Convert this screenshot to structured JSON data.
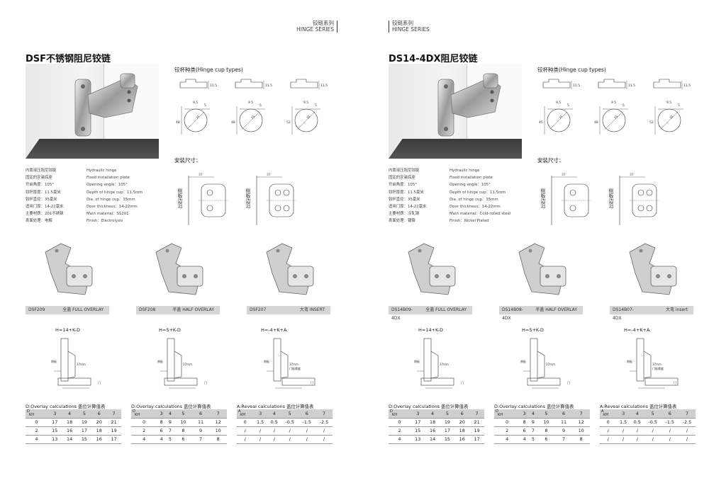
{
  "pages": [
    {
      "series_cn": "铰链系列",
      "series_en": "HINGE SERIES",
      "title": "DSF不锈钢阻尼铰链",
      "cup_title": "铰杯种类(Hinge cup types)",
      "install_title": "安装尺寸：",
      "install_side_label": "侧板边沿",
      "cup_dims": [
        {
          "h": "11.5",
          "d": "48",
          "a": "5",
          "b": "9.5",
          "e": "35"
        },
        {
          "h": "11.5",
          "d": "48",
          "a": "5",
          "b": "9.5",
          "e": "35"
        },
        {
          "h": "11.5",
          "d": "52",
          "a": "5",
          "b": "9.5",
          "e": "35"
        }
      ],
      "install_dims": [
        "37",
        "37"
      ],
      "specs": [
        {
          "cn": "内置液压阻尼铰链",
          "en": "Hydraulic hinge"
        },
        {
          "cn": "固定的安装底座",
          "en": "Fixed installation plate"
        },
        {
          "cn": "开启角度：105°",
          "en": "Opening angle：105°"
        },
        {
          "cn": "铰杯厚度：11.5毫米",
          "en": "Depth of hinge cup：11.5mm"
        },
        {
          "cn": "铰杯直径：35毫米",
          "en": "Dia. of hinge cup：35mm"
        },
        {
          "cn": "适用门厚：14-22毫米",
          "en": "Door thickness：14-22mm"
        },
        {
          "cn": "主要材质：201不锈钢",
          "en": "Main material：SS201"
        },
        {
          "cn": "表面处理：电解",
          "en": "Finish：Electrolysis"
        }
      ],
      "models": [
        {
          "code": "DSF209",
          "label": "全盖 FULL OVERLAY"
        },
        {
          "code": "DSF208",
          "label": "半盖 HALF OVERLAY"
        },
        {
          "code": "DSF207",
          "label": "大弯 INSERT"
        }
      ],
      "formulas": [
        "H=14+K-D",
        "H=5+K-D",
        "H=-4+K+A"
      ],
      "diagram_labels": {
        "plate": "侧板",
        "door": "门",
        "dim37": "37mm",
        "gap": "门板厚度"
      },
      "tables": [
        {
          "title": "D:Overlay calculations 盖位计算值表",
          "corner_top": "D",
          "corner_mid": "K",
          "corner_bottom": "H",
          "headers": [
            "3",
            "4",
            "5",
            "6",
            "7"
          ],
          "rows": [
            {
              "label": "0",
              "values": [
                "17",
                "18",
                "19",
                "20",
                "21"
              ]
            },
            {
              "label": "2",
              "values": [
                "15",
                "16",
                "17",
                "18",
                "19"
              ]
            },
            {
              "label": "4",
              "values": [
                "13",
                "14",
                "15",
                "16",
                "17"
              ]
            }
          ]
        },
        {
          "title": "D:Overlay calculations 盖位计算值表",
          "corner_top": "D",
          "corner_mid": "K",
          "corner_bottom": "H",
          "headers": [
            "3",
            "4",
            "5",
            "6",
            "7"
          ],
          "rows": [
            {
              "label": "0",
              "values": [
                "8",
                "9",
                "10",
                "11",
                "12"
              ]
            },
            {
              "label": "2",
              "values": [
                "6",
                "7",
                "8",
                "9",
                "10"
              ]
            },
            {
              "label": "4",
              "values": [
                "4",
                "5",
                "6",
                "7",
                "8"
              ]
            }
          ]
        },
        {
          "title": "A:Reveal calculations 盖位计算值表",
          "corner_top": "A",
          "corner_mid": "K",
          "corner_bottom": "H",
          "headers": [
            "3",
            "4",
            "5",
            "6",
            "7"
          ],
          "rows": [
            {
              "label": "0",
              "values": [
                "1.5",
                "0.5",
                "-0.5",
                "-1.5",
                "-2.5"
              ]
            },
            {
              "label": "/",
              "values": [
                "/",
                "/",
                "/",
                "/",
                "/"
              ]
            },
            {
              "label": "/",
              "values": [
                "/",
                "/",
                "/",
                "/",
                "/"
              ]
            }
          ]
        }
      ]
    },
    {
      "series_cn": "铰链系列",
      "series_en": "HINGE SERIES",
      "title": "DS14-4DX阻尼铰链",
      "cup_title": "铰杯种类(Hinge cup types)",
      "install_title": "安装尺寸：",
      "install_side_label": "侧板边沿",
      "cup_dims": [
        {
          "h": "11.5",
          "d": "45",
          "a": "5",
          "b": "9.5",
          "e": "35"
        },
        {
          "h": "11.5",
          "d": "48",
          "a": "5",
          "b": "9.5",
          "e": "35"
        },
        {
          "h": "11.5",
          "d": "52",
          "a": "5",
          "b": "9.5",
          "e": "35"
        }
      ],
      "install_dims": [
        "37",
        "37"
      ],
      "specs": [
        {
          "cn": "内置液压阻尼铰链",
          "en": "Hydraulic hinge"
        },
        {
          "cn": "固定的安装底座",
          "en": "Fixed installation plate"
        },
        {
          "cn": "开启角度：105°",
          "en": "Opening angle：105°"
        },
        {
          "cn": "铰杯厚度：11.5毫米",
          "en": "Depth of hinge cup：11.5mm"
        },
        {
          "cn": "铰杯直径：35毫米",
          "en": "Dia. of hinge cup：35mm"
        },
        {
          "cn": "适用门厚：14-22毫米",
          "en": "Door thickness：14-22mm"
        },
        {
          "cn": "主要材质：冷轧钢",
          "en": "Main material：Cold-rolled steel"
        },
        {
          "cn": "表面处理：镀镍",
          "en": "Finish：Nickel Plated"
        }
      ],
      "models": [
        {
          "code": "DS14B09-4DX",
          "label": "全盖 FULL OVERLAY"
        },
        {
          "code": "DS14B08-4DX",
          "label": "半盖 HALF OVERLAY"
        },
        {
          "code": "DS14B07-4DX",
          "label": "大弯 insert"
        }
      ],
      "formulas": [
        "H=14+K-D",
        "H=5+K-D",
        "H=-4+K+A"
      ],
      "diagram_labels": {
        "plate": "侧板",
        "door": "门",
        "dim37": "37mm",
        "gap": "门板厚度"
      },
      "tables": [
        {
          "title": "D:Overlay calculations 盖位计算值表",
          "corner_top": "D",
          "corner_mid": "K",
          "corner_bottom": "H",
          "headers": [
            "3",
            "4",
            "5",
            "6",
            "7"
          ],
          "rows": [
            {
              "label": "0",
              "values": [
                "17",
                "18",
                "19",
                "20",
                "21"
              ]
            },
            {
              "label": "2",
              "values": [
                "15",
                "16",
                "17",
                "18",
                "19"
              ]
            },
            {
              "label": "4",
              "values": [
                "13",
                "14",
                "15",
                "16",
                "17"
              ]
            }
          ]
        },
        {
          "title": "D:Overlay calculations 盖位计算值表",
          "corner_top": "D",
          "corner_mid": "K",
          "corner_bottom": "H",
          "headers": [
            "3",
            "4",
            "5",
            "6",
            "7"
          ],
          "rows": [
            {
              "label": "0",
              "values": [
                "8",
                "9",
                "10",
                "11",
                "12"
              ]
            },
            {
              "label": "2",
              "values": [
                "6",
                "7",
                "8",
                "9",
                "10"
              ]
            },
            {
              "label": "4",
              "values": [
                "4",
                "5",
                "6",
                "7",
                "8"
              ]
            }
          ]
        },
        {
          "title": "A:Reveal calculations 盖位计算值表",
          "corner_top": "A",
          "corner_mid": "K",
          "corner_bottom": "H",
          "headers": [
            "3",
            "4",
            "5",
            "6",
            "7"
          ],
          "rows": [
            {
              "label": "0",
              "values": [
                "1.5",
                "0.5",
                "-0.5",
                "-1.5",
                "-2.5"
              ]
            },
            {
              "label": "/",
              "values": [
                "/",
                "/",
                "/",
                "/",
                "/"
              ]
            },
            {
              "label": "/",
              "values": [
                "/",
                "/",
                "/",
                "/",
                "/"
              ]
            }
          ]
        }
      ]
    }
  ]
}
